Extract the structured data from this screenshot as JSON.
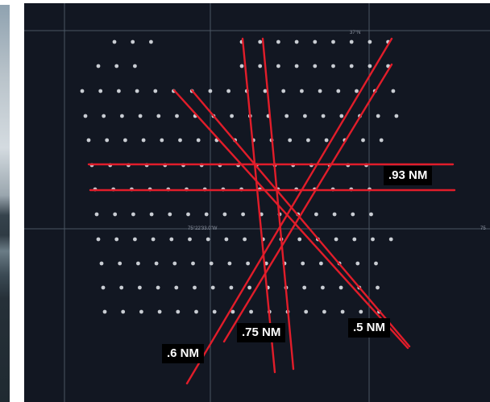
{
  "chart": {
    "grid_line_color": "#4b5563",
    "point_color": "#c9cdd3",
    "route_color": "#e11d2a",
    "coord_top": "37°N",
    "coord_mid": "75°22'33.0\"W",
    "coord_right": "75"
  },
  "labels": {
    "label_093": ".93 NM",
    "label_075": ".75 NM",
    "label_05": ".5 NM",
    "label_06": ".6 NM"
  }
}
